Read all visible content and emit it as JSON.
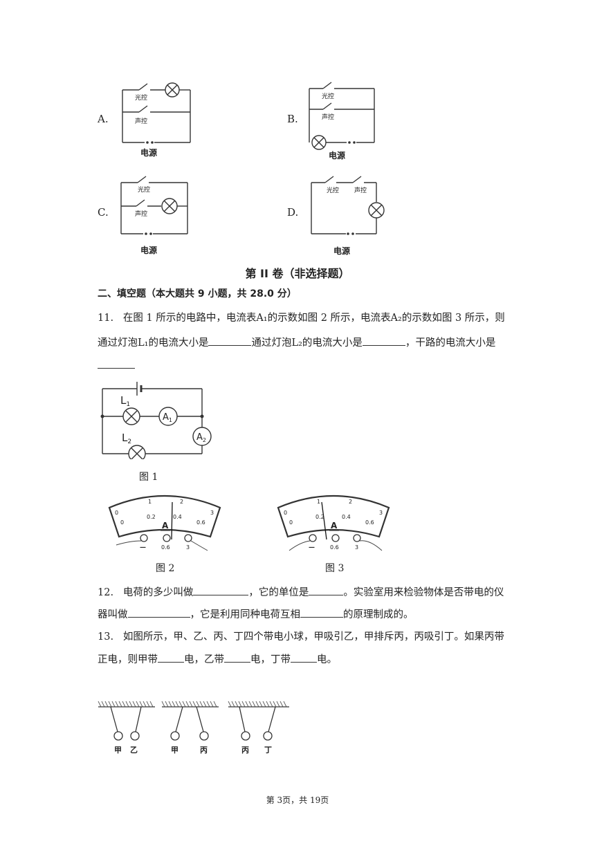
{
  "options": [
    {
      "label": "A.",
      "switch1": "光控",
      "switch2": "声控",
      "source": "电源"
    },
    {
      "label": "B.",
      "switch1": "光控",
      "switch2": "声控",
      "source": "电源"
    },
    {
      "label": "C.",
      "switch1": "光控",
      "switch2": "声控",
      "source": "电源"
    },
    {
      "label": "D.",
      "switch1": "光控",
      "switch2": "声控",
      "source": "电源"
    }
  ],
  "part2_title": "第 II 卷（非选择题）",
  "section_head": "二、填空题（本大题共 9 小题，共 28.0 分）",
  "q11": {
    "number": "11.",
    "line1": "在图 1 所示的电路中，电流表A₁的示数如图 2 所示，电流表A₂的示数如图 3 所示，则",
    "line2a": "通过灯泡L₁的电流大小是",
    "line2b": "通过灯泡L₂的电流大小是",
    "line2c": "，干路的电流大小是"
  },
  "fig1": {
    "caption": "图 1",
    "l1": "L",
    "l1_sub": "1",
    "l2": "L",
    "l2_sub": "2",
    "a1": "A",
    "a1_sub": "1",
    "a2": "A",
    "a2_sub": "2"
  },
  "fig2": {
    "caption": "图 2"
  },
  "fig3": {
    "caption": "图 3"
  },
  "meter": {
    "top_scale": [
      "0",
      "1",
      "2",
      "3"
    ],
    "bottom_scale": [
      "0",
      "0.2",
      "0.4",
      "0.6"
    ],
    "unit": "A",
    "terminals": [
      "—",
      "0.6",
      "3"
    ]
  },
  "q12": {
    "number": "12.",
    "line1a": "电荷的多少叫做",
    "line1b": "，它的单位是",
    "line1c": "。实验室用来检验物体是否带电的仪",
    "line2a": "器叫做",
    "line2b": "，它是利用同种电荷互相",
    "line2c": "的原理制成的。"
  },
  "q13": {
    "number": "13.",
    "line1": "如图所示，甲、乙、丙、丁四个带电小球，甲吸引乙，甲排斥丙，丙吸引丁。如果丙带",
    "line2a": "正电，则甲带",
    "line2b": "电，乙带",
    "line2c": "电，丁带",
    "line2d": "电。"
  },
  "balls": {
    "pair1": [
      "甲",
      "乙"
    ],
    "pair2": [
      "甲",
      "丙"
    ],
    "pair3": [
      "丙",
      "丁"
    ]
  },
  "footer": "第 3页，共 19页"
}
